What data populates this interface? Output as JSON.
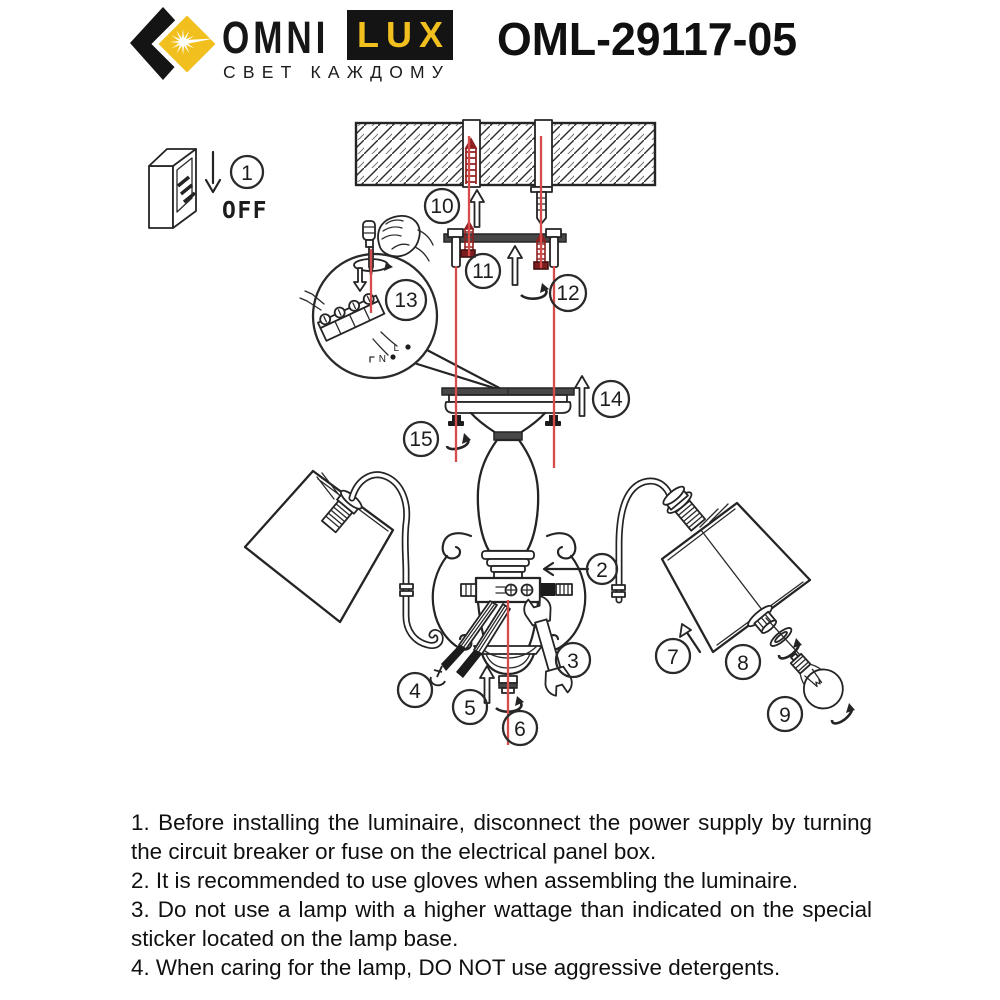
{
  "header": {
    "brand_omni": "OMNI",
    "brand_lux": "LUX",
    "tagline": "СВЕТ КАЖДОМУ",
    "model": "OML-29117-05"
  },
  "diagram": {
    "switch_label": "OFF",
    "wire_labels": {
      "neutral": "N",
      "live": "L"
    },
    "callouts": {
      "c1": "1",
      "c2": "2",
      "c3": "3",
      "c4": "4",
      "c5": "5",
      "c6": "6",
      "c7": "7",
      "c8": "8",
      "c9": "9",
      "c10": "10",
      "c11": "11",
      "c12": "12",
      "c13": "13",
      "c14": "14",
      "c15": "15"
    }
  },
  "colors": {
    "accent_red": "#d84b4b",
    "dark_red": "#7d1d1d",
    "logo_yellow": "#F1C01F",
    "ink": "#242424"
  },
  "instructions": {
    "items": [
      "1. Before installing the luminaire, disconnect the power supply by turning the circuit breaker or fuse on the electrical panel box.",
      "2. It is recommended to use gloves when assembling the luminaire.",
      "3. Do not use a lamp with a higher wattage than indicated on the special sticker located on the lamp base.",
      "4. When caring for the lamp, DO NOT use aggressive detergents."
    ]
  }
}
